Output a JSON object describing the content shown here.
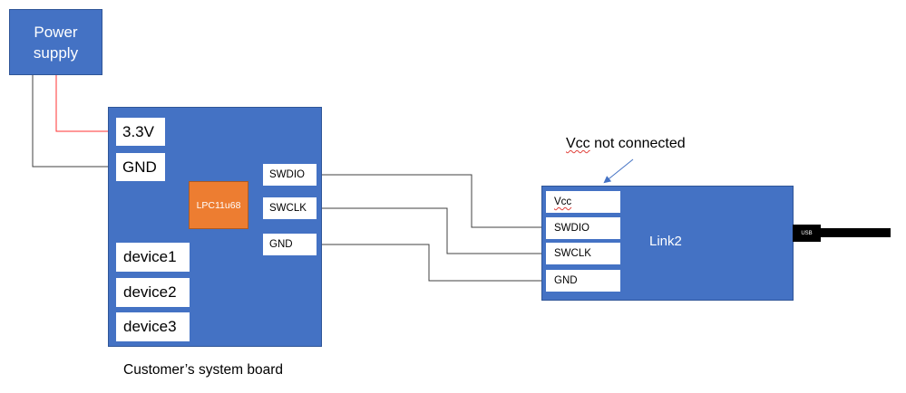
{
  "power_supply": {
    "label_line1": "Power",
    "label_line2": "supply"
  },
  "board": {
    "caption": "Customer’s system board",
    "power_pins": [
      "3.3V",
      "GND"
    ],
    "chip": "LPC11u68",
    "swd_pins": [
      "SWDIO",
      "SWCLK",
      "GND"
    ],
    "devices": [
      "device1",
      "device2",
      "device3"
    ]
  },
  "link2": {
    "label": "Link2",
    "pins": [
      "Vcc",
      "SWDIO",
      "SWCLK",
      "GND"
    ],
    "usb_label": "USB"
  },
  "annotation": {
    "text_word1": "Vcc",
    "text_rest": " not connected"
  },
  "colors": {
    "box_blue": "#4472c4",
    "chip_orange": "#ed7d31",
    "power_wire": "#ff0000",
    "signal_wire": "#404040",
    "arrow": "#4472c4"
  }
}
